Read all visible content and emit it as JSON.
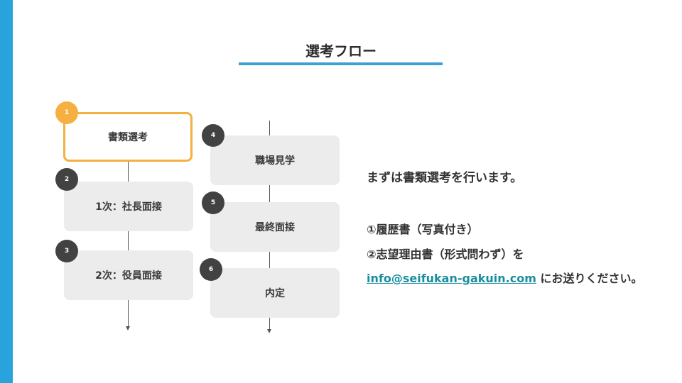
{
  "title": "選考フロー",
  "accent_colors": {
    "side_bar": "#29a3dc",
    "underline": "#3fa0d6",
    "active": "#f5b041",
    "badge": "#424242",
    "link": "#1a8ea0"
  },
  "steps": [
    {
      "number": "1",
      "label": "書類選考",
      "active": true
    },
    {
      "number": "2",
      "label": "1次：社長面接",
      "active": false
    },
    {
      "number": "3",
      "label": "2次：役員面接",
      "active": false
    },
    {
      "number": "4",
      "label": "職場見学",
      "active": false
    },
    {
      "number": "5",
      "label": "最終面接",
      "active": false
    },
    {
      "number": "6",
      "label": "内定",
      "active": false
    }
  ],
  "info": {
    "intro": "まずは書類選考を行います。",
    "item1": "①履歴書（写真付き）",
    "item2": "②志望理由書（形式問わず）を",
    "email": "info@seifukan-gakuin.com",
    "email_suffix": " にお送りください。"
  }
}
